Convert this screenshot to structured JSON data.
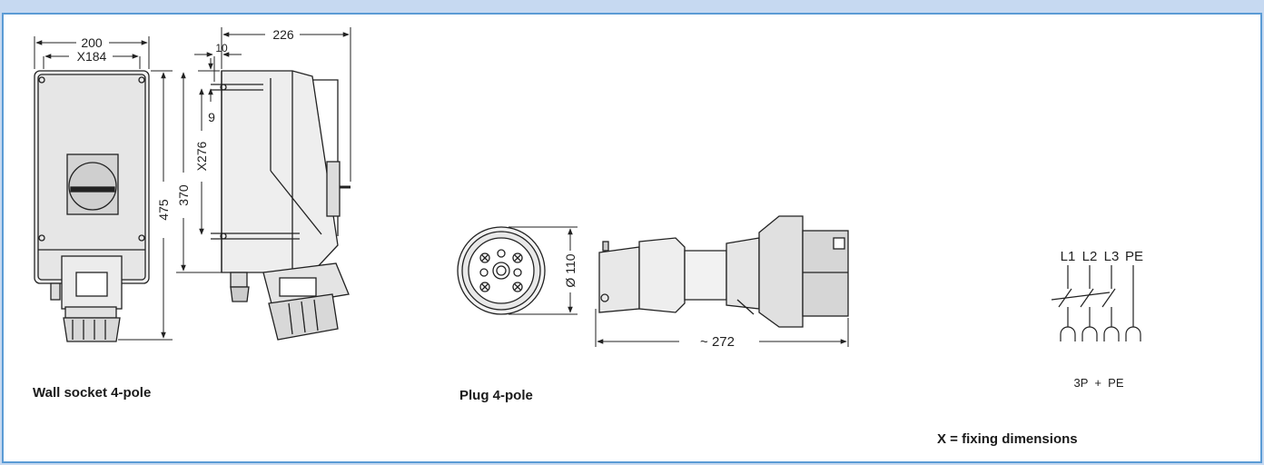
{
  "captions": {
    "wall_socket": "Wall socket 4-pole",
    "plug": "Plug 4-pole",
    "fixing_note": "X = fixing dimensions"
  },
  "dimensions": {
    "width_total": "200",
    "width_fixing": "X184",
    "depth_total": "226",
    "depth_offset": "10",
    "offset_9": "9",
    "height_total": "475",
    "height_body": "370",
    "height_fixing": "X276",
    "plug_diameter": "Ø 110",
    "plug_length": "~ 272"
  },
  "schematic": {
    "poles": [
      "L1",
      "L2",
      "L3",
      "PE"
    ],
    "config": "3P  +  PE"
  }
}
